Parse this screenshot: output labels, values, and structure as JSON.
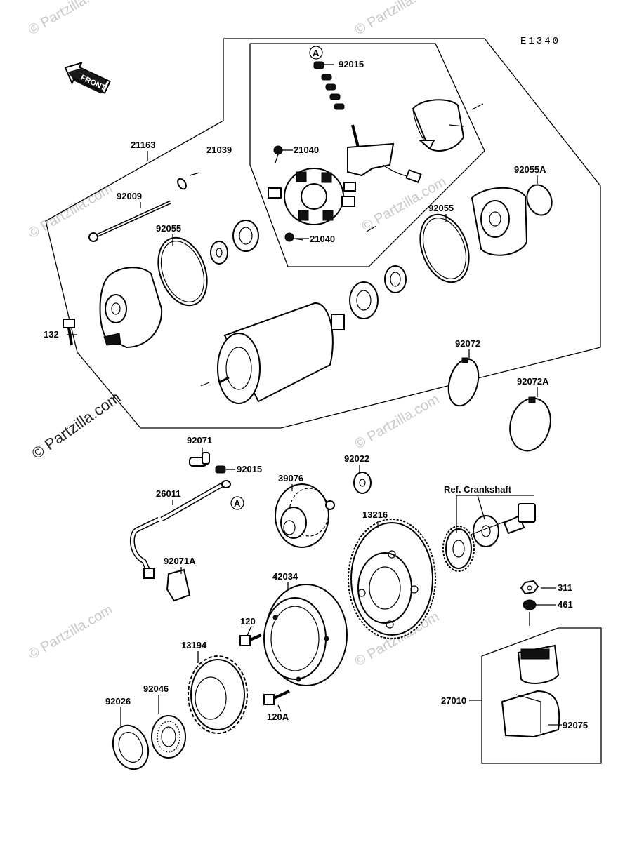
{
  "diagram_code": "E1340",
  "front_label": "FRONT",
  "ref_label": "Ref. Crankshaft",
  "callout_a": "A",
  "watermark": "© Partzilla.com",
  "labels": {
    "p21163": "21163",
    "p21039": "21039",
    "p92015a": "92015",
    "p21040a": "21040",
    "p21040b": "21040",
    "p92009": "92009",
    "p92055a": "92055",
    "p92055b": "92055",
    "p92055A": "92055A",
    "p132": "132",
    "p92072": "92072",
    "p92072A": "92072A",
    "p92071": "92071",
    "p92015b": "92015",
    "p92022": "92022",
    "p39076": "39076",
    "p26011": "26011",
    "p13216": "13216",
    "p92071A": "92071A",
    "p42034": "42034",
    "p311": "311",
    "p461": "461",
    "p120": "120",
    "p13194": "13194",
    "p92046": "92046",
    "p92026": "92026",
    "p120A": "120A",
    "p27010": "27010",
    "p92075": "92075"
  }
}
